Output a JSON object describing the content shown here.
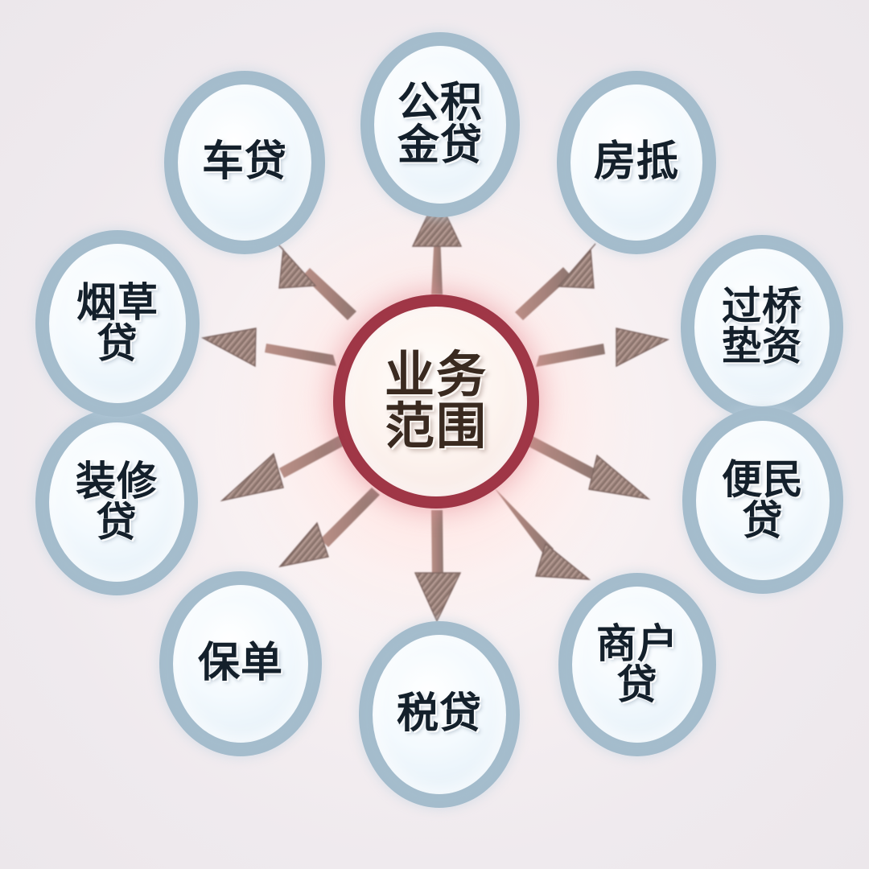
{
  "diagram": {
    "type": "radial-hub-and-spoke",
    "title": "业务范围",
    "background_color": "#efeaee",
    "hub": {
      "label": "业务\n范围",
      "label_plain": "业务范围",
      "ring_color": "#9e3646",
      "text_color": "#3a2a20",
      "glow_color": "#ffcdcd"
    },
    "node_style": {
      "ring_color": "#a4bccc",
      "fill_color": "#eaf4fb",
      "text_color": "#14202b"
    },
    "arrow_style": {
      "color": "#9d7b74",
      "head_color": "#8e7a78",
      "direction": "hub-to-node",
      "sketchy": true
    },
    "nodes": [
      {
        "id": "chedai",
        "label": "车贷",
        "label_plain": "车贷",
        "angle_deg": 126
      },
      {
        "id": "gongjijin",
        "label": "公积\n金贷",
        "label_plain": "公积金贷",
        "angle_deg": 90
      },
      {
        "id": "fangdi",
        "label": "房抵",
        "label_plain": "房抵",
        "angle_deg": 54
      },
      {
        "id": "guoqiao",
        "label": "过桥\n垫资",
        "label_plain": "过桥垫资",
        "angle_deg": 18
      },
      {
        "id": "bianmin",
        "label": "便民\n贷",
        "label_plain": "便民贷",
        "angle_deg": 342
      },
      {
        "id": "shanghu",
        "label": "商户\n贷",
        "label_plain": "商户贷",
        "angle_deg": 306
      },
      {
        "id": "shuidai",
        "label": "税贷",
        "label_plain": "税贷",
        "angle_deg": 270
      },
      {
        "id": "baodan",
        "label": "保单",
        "label_plain": "保单",
        "angle_deg": 234
      },
      {
        "id": "zhuangxiu",
        "label": "装修\n贷",
        "label_plain": "装修贷",
        "angle_deg": 198
      },
      {
        "id": "yancao",
        "label": "烟草\n贷",
        "label_plain": "烟草贷",
        "angle_deg": 162
      }
    ]
  }
}
